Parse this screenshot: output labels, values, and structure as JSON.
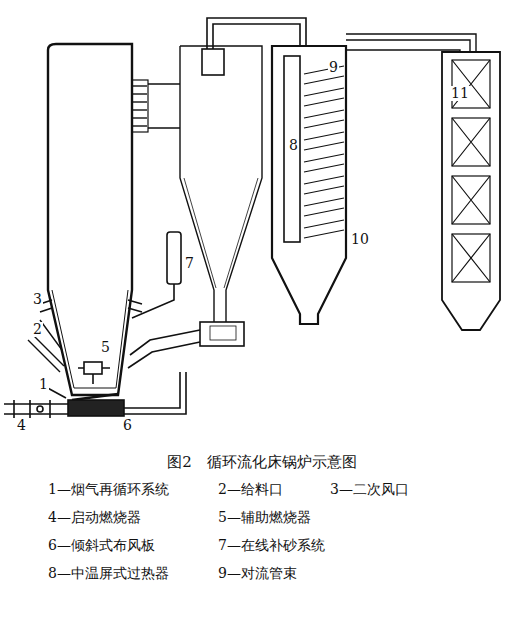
{
  "diagram": {
    "caption": "图2　循环流化床锅炉示意图",
    "labels": [
      "1",
      "2",
      "3",
      "4",
      "5",
      "6",
      "7",
      "8",
      "9",
      "10",
      "11",
      "1—烟气再循环系统",
      "2—给料口",
      "3—二次风口",
      "4—启动燃烧器",
      "5—辅助燃烧器",
      "6—倾斜式布风板",
      "7—在线补砂系统",
      "8—中温屏式过热器",
      "9—对流管束"
    ]
  }
}
